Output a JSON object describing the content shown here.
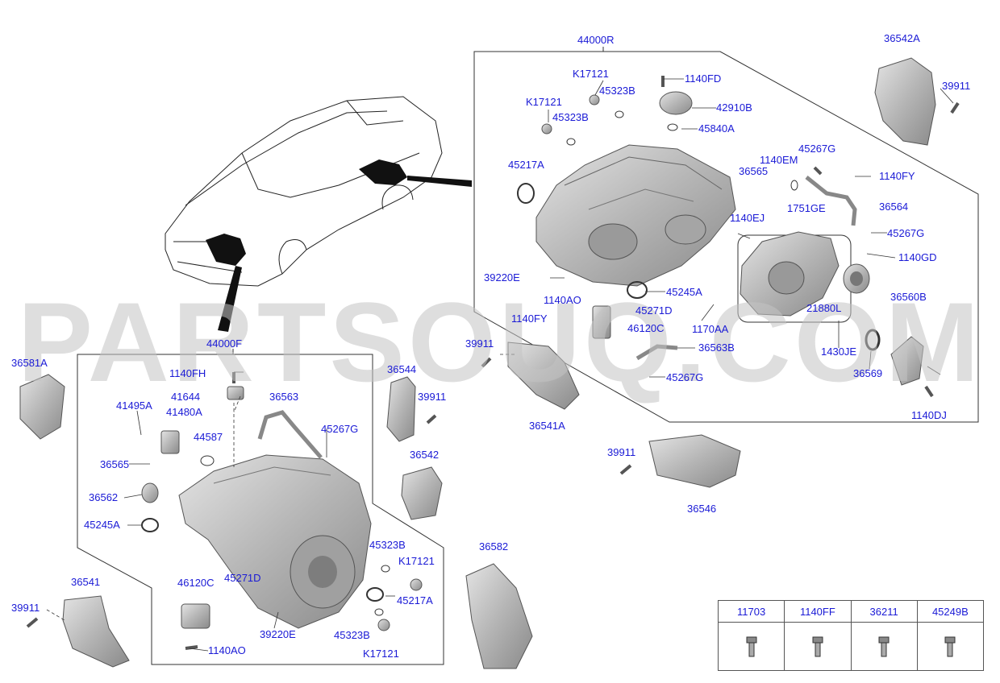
{
  "watermark": "PARTSOUQ.COM",
  "colors": {
    "label": "#1a1ad6",
    "line": "#333333",
    "part_fill": "#bdbdbd",
    "part_dark": "#7d7d7d",
    "watermark": "#c4c4c4"
  },
  "groups": {
    "rear_assembly": "44000R",
    "front_assembly": "44000F"
  },
  "labels": {
    "l44000R": "44000R",
    "l36542A": "36542A",
    "l39911a": "39911",
    "lK17121a": "K17121",
    "l1140FDa": "1140FD",
    "l45323Ba": "45323B",
    "l42910B": "42910B",
    "lK17121b": "K17121",
    "l45323Bb": "45323B",
    "l45840A": "45840A",
    "l1140EM": "1140EM",
    "l45267Ga": "45267G",
    "l45217Aa": "45217A",
    "l36565a": "36565",
    "l1140FY": "1140FY",
    "l1751GE": "1751GE",
    "l36564": "36564",
    "l1140EJ": "1140EJ",
    "l45267Gb": "45267G",
    "l1140GD": "1140GD",
    "l39220Ea": "39220E",
    "l45245Aa": "45245A",
    "l36560B": "36560B",
    "l1140AOa": "1140AO",
    "l45271Da": "45271D",
    "l21880L": "21880L",
    "l1140FYb": "1140FY",
    "l46120Ca": "46120C",
    "l1170AA": "1170AA",
    "l39911b": "39911",
    "l36563B": "36563B",
    "l1430JE": "1430JE",
    "l44000F": "44000F",
    "l36581A": "36581A",
    "l36569": "36569",
    "l45267Gc": "45267G",
    "l1140FH": "1140FH",
    "l36544": "36544",
    "l41644": "41644",
    "l39911c": "39911",
    "l1140DJ": "1140DJ",
    "l41495A": "41495A",
    "l41480A": "41480A",
    "l36563": "36563",
    "l36541A": "36541A",
    "l45267Gd": "45267G",
    "l44587": "44587",
    "l39911d": "39911",
    "l36565b": "36565",
    "l36542": "36542",
    "l36562": "36562",
    "l36546": "36546",
    "l45245Ab": "45245A",
    "l45323Bc": "45323B",
    "l36582": "36582",
    "lK17121c": "K17121",
    "l36541": "36541",
    "l46120Cb": "46120C",
    "l45271Db": "45271D",
    "l45217Ab": "45217A",
    "l39911e": "39911",
    "l39220Eb": "39220E",
    "l45323Bd": "45323B",
    "l1140AOb": "1140AO",
    "lK17121d": "K17121"
  },
  "legend": {
    "items": [
      {
        "code": "11703",
        "icon": "bolt-icon"
      },
      {
        "code": "1140FF",
        "icon": "bolt-icon"
      },
      {
        "code": "36211",
        "icon": "bolt-icon"
      },
      {
        "code": "45249B",
        "icon": "bolt-icon"
      }
    ]
  }
}
